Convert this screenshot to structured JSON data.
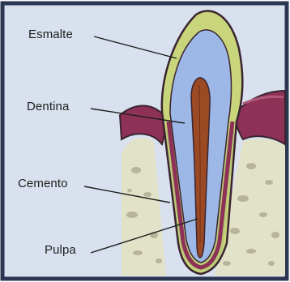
{
  "diagram": {
    "labels": {
      "esmalte": "Esmalte",
      "dentina": "Dentina",
      "cemento": "Cemento",
      "pulpa": "Pulpa"
    },
    "colors": {
      "background": "#d9e1ee",
      "border": "#2c3552",
      "bone": "#e2e2c8",
      "bone_spots": "#b7b49a",
      "gum": "#8e3157",
      "gum_light": "#b05a7c",
      "cementum_green": "#b7c878",
      "enamel": "#c8d57a",
      "dentin": "#9db8e6",
      "pulp": "#9c4a24",
      "outline": "#3a2430"
    }
  }
}
